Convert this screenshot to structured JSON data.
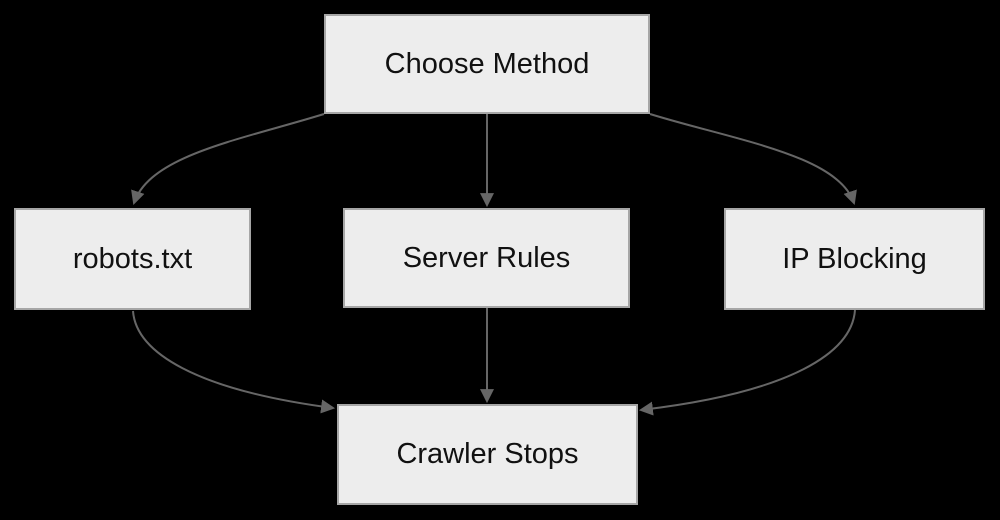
{
  "diagram": {
    "type": "flowchart",
    "background_color": "#000000",
    "node_fill_color": "#ededed",
    "node_border_color": "#a6a6a6",
    "node_text_color": "#111111",
    "edge_color": "#666666",
    "nodes": {
      "choose_method": {
        "label": "Choose Method"
      },
      "robots_txt": {
        "label": "robots.txt"
      },
      "server_rules": {
        "label": "Server Rules"
      },
      "ip_blocking": {
        "label": "IP Blocking"
      },
      "crawler_stops": {
        "label": "Crawler Stops"
      }
    },
    "edges": [
      {
        "from": "Choose Method",
        "to": "robots.txt"
      },
      {
        "from": "Choose Method",
        "to": "Server Rules"
      },
      {
        "from": "Choose Method",
        "to": "IP Blocking"
      },
      {
        "from": "robots.txt",
        "to": "Crawler Stops"
      },
      {
        "from": "Server Rules",
        "to": "Crawler Stops"
      },
      {
        "from": "IP Blocking",
        "to": "Crawler Stops"
      }
    ]
  }
}
